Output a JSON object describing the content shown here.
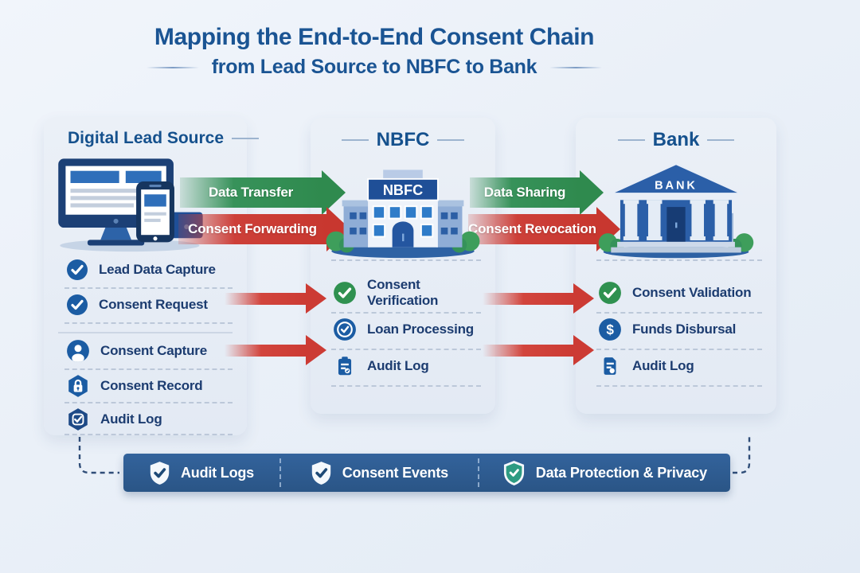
{
  "title": {
    "line1": "Mapping the End-to-End Consent Chain",
    "line2": "from Lead Source to NBFC to Bank"
  },
  "columns": [
    {
      "header": "Digital Lead Source",
      "illustration": "desktop-and-phone",
      "items": [
        {
          "icon": "check-circle",
          "label": "Lead Data Capture"
        },
        {
          "icon": "check-circle",
          "label": "Consent Request"
        },
        {
          "icon": "user-circle",
          "label": "Consent Capture"
        },
        {
          "icon": "lock-hexagon",
          "label": "Consent Record"
        },
        {
          "icon": "shield-hexagon",
          "label": "Audit Log"
        }
      ]
    },
    {
      "header": "NBFC",
      "illustration": "nbfc-building",
      "sign": "NBFC",
      "items": [
        {
          "icon": "check-circle-green",
          "label": "Consent Verification"
        },
        {
          "icon": "check-ring",
          "label": "Loan Processing"
        },
        {
          "icon": "clipboard",
          "label": "Audit Log"
        }
      ]
    },
    {
      "header": "Bank",
      "illustration": "bank-building",
      "sign": "BANK",
      "items": [
        {
          "icon": "check-circle-green",
          "label": "Consent Validation"
        },
        {
          "icon": "dollar-circle",
          "label": "Funds Disbursal",
          "glyph": "$"
        },
        {
          "icon": "document",
          "label": "Audit Log"
        }
      ]
    }
  ],
  "flows": [
    {
      "label": "Data Transfer",
      "color": "green",
      "from": "lead-source",
      "to": "nbfc"
    },
    {
      "label": "Consent Forwarding",
      "color": "red",
      "from": "lead-source",
      "to": "nbfc"
    },
    {
      "label": "Data Sharing",
      "color": "green",
      "from": "nbfc",
      "to": "bank"
    },
    {
      "label": "Consent Revocation",
      "color": "red",
      "from": "nbfc",
      "to": "bank"
    }
  ],
  "footer": {
    "items": [
      {
        "icon": "shield-check",
        "label": "Audit Logs"
      },
      {
        "icon": "shield-check",
        "label": "Consent Events"
      },
      {
        "icon": "shield-check-green",
        "label": "Data Protection & Privacy"
      }
    ]
  },
  "colors": {
    "title_blue": "#1a5493",
    "header_blue": "#15518d",
    "item_navy": "#1c3c70",
    "green_arrow": "#2f8a4e",
    "red_arrow": "#cc3b34",
    "icon_blue": "#1b5ca3",
    "icon_green": "#2f9150",
    "footer_bar": "#2d5c96",
    "teal_shield": "#2d9b82"
  }
}
